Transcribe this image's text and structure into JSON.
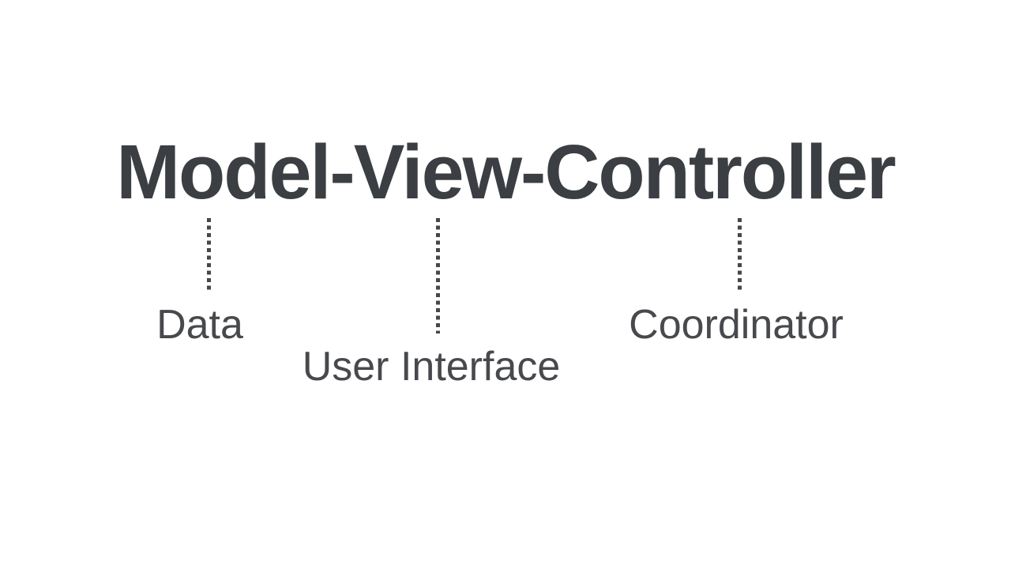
{
  "diagram": {
    "title": "Model-View-Controller",
    "annotations": [
      {
        "term": "Model",
        "label": "Data"
      },
      {
        "term": "View",
        "label": "User Interface"
      },
      {
        "term": "Controller",
        "label": "Coordinator"
      }
    ],
    "colors": {
      "title_text": "#3b3e42",
      "label_text": "#47494d",
      "connector": "#44474b",
      "background": "#ffffff"
    }
  }
}
